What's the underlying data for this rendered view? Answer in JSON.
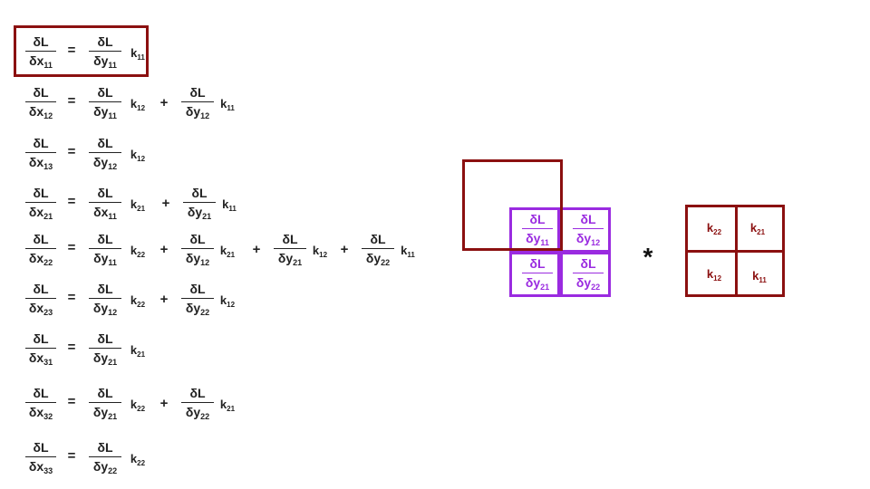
{
  "symbols": {
    "numerator": "δL",
    "dx": "δx",
    "dy": "δy",
    "k": "k",
    "equals": "=",
    "plus": "+",
    "conv": "*"
  },
  "equations": [
    {
      "lhs": "11",
      "terms": [
        {
          "y": "11",
          "k": "11"
        }
      ]
    },
    {
      "lhs": "12",
      "terms": [
        {
          "y": "11",
          "k": "12"
        },
        {
          "y": "12",
          "k": "11"
        }
      ]
    },
    {
      "lhs": "13",
      "terms": [
        {
          "y": "12",
          "k": "12"
        }
      ]
    },
    {
      "lhs": "21",
      "terms": [
        {
          "x": "11",
          "k": "21"
        },
        {
          "y": "21",
          "k": "11"
        }
      ]
    },
    {
      "lhs": "22",
      "terms": [
        {
          "y": "11",
          "k": "22"
        },
        {
          "y": "12",
          "k": "21"
        },
        {
          "y": "21",
          "k": "12"
        },
        {
          "y": "22",
          "k": "11"
        }
      ]
    },
    {
      "lhs": "23",
      "terms": [
        {
          "y": "12",
          "k": "22"
        },
        {
          "y": "22",
          "k": "12"
        }
      ]
    },
    {
      "lhs": "31",
      "terms": [
        {
          "y": "21",
          "k": "21"
        }
      ]
    },
    {
      "lhs": "32",
      "terms": [
        {
          "y": "21",
          "k": "22"
        },
        {
          "y": "22",
          "k": "21"
        }
      ]
    },
    {
      "lhs": "33",
      "terms": [
        {
          "y": "22",
          "k": "22"
        }
      ]
    }
  ],
  "gradient_grid": [
    "11",
    "12",
    "21",
    "22"
  ],
  "kernel_grid": [
    "22",
    "21",
    "12",
    "11"
  ],
  "colors": {
    "highlight": "#8b1010",
    "gradient": "#9a2be0",
    "text": "#222222"
  }
}
